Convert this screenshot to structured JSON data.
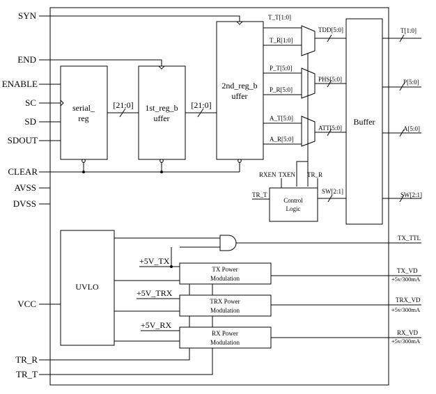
{
  "left_pins": {
    "syn": "SYN",
    "end": "END",
    "enable": "ENABLE",
    "sc": "SC",
    "sd": "SD",
    "sdout": "SDOUT",
    "clear": "CLEAR",
    "avss": "AVSS",
    "dvss": "DVSS",
    "vcc": "VCC",
    "tr_r": "TR_R",
    "tr_t": "TR_T"
  },
  "blocks": {
    "serial_reg": [
      "serial_",
      "reg"
    ],
    "first_reg_buffer": [
      "1st_reg_b",
      "uffer"
    ],
    "second_reg_buffer": [
      "2nd_reg_b",
      "uffer"
    ],
    "buffer": "Buffer",
    "control_logic": [
      "Control",
      "Logic"
    ],
    "uvlo": "UVLO",
    "tx_power": [
      "TX Power",
      "Modulation"
    ],
    "trx_power": [
      "TRX Power",
      "Modulation"
    ],
    "rx_power": [
      "RX Power",
      "Modulation"
    ]
  },
  "bus_labels": {
    "bus1": "[21:0]",
    "bus2": "[21:0]"
  },
  "internal_signals": {
    "t_t": "T_T[1:0]",
    "t_r": "T_R[1:0]",
    "p_t": "P_T[5:0]",
    "p_r": "P_R[5:0]",
    "a_t": "A_T[5:0]",
    "a_r": "A_R[5:0]",
    "tdd": "TDD[5:0]",
    "phs": "PHS[5:0]",
    "att": "ATT[5:0]",
    "rxen": "RXEN",
    "txen": "TXEN",
    "tr_r": "TR_R",
    "tr_t": "TR_T",
    "sw": "SW[2:1]",
    "plus5v_tx": "+5V_TX",
    "plus5v_trx": "+5V_TRX",
    "plus5v_rx": "+5V_RX"
  },
  "right_outputs": {
    "t": "T[1:0]",
    "p": "P[5:0]",
    "a": "A[5:0]",
    "sw": "SW[2:1]",
    "tx_ttl": "TX_TTL",
    "tx_vd": "TX_VD",
    "tx_vd_spec": "+5v/300mA",
    "trx_vd": "TRX_VD",
    "trx_vd_spec": "+5v/300mA",
    "rx_vd": "RX_VD",
    "rx_vd_spec": "+5v/300mA"
  }
}
